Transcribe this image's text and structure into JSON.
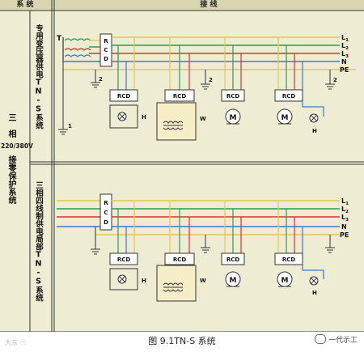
{
  "header": {
    "system": "系 统",
    "wiring": "接 线"
  },
  "left_category": {
    "line1": "三",
    "line2": "相",
    "voltage": "220/380V",
    "line3": "接零保护系统"
  },
  "top_block": {
    "label": "专用变压器供电TN-S系统"
  },
  "bottom_block": {
    "label": "三相四线制供电局部TN-S系统"
  },
  "buses": [
    "L1",
    "L2",
    "L3",
    "N",
    "PE"
  ],
  "bus_colors": {
    "L1": "#e6c84a",
    "L2": "#2f9c4b",
    "L3": "#d8352f",
    "N": "#2e7fd0",
    "PE": "#e6c84a"
  },
  "labels": {
    "transformer": "T",
    "rcd": "RCD",
    "motor": "M",
    "lamp_tag": "H",
    "welder_tag": "W",
    "ground_2": "2",
    "ground_1": "1"
  },
  "caption": "图 9.1TN-S 系统",
  "watermark_left": "大东 ㊀",
  "watermark_right": "一代示工"
}
